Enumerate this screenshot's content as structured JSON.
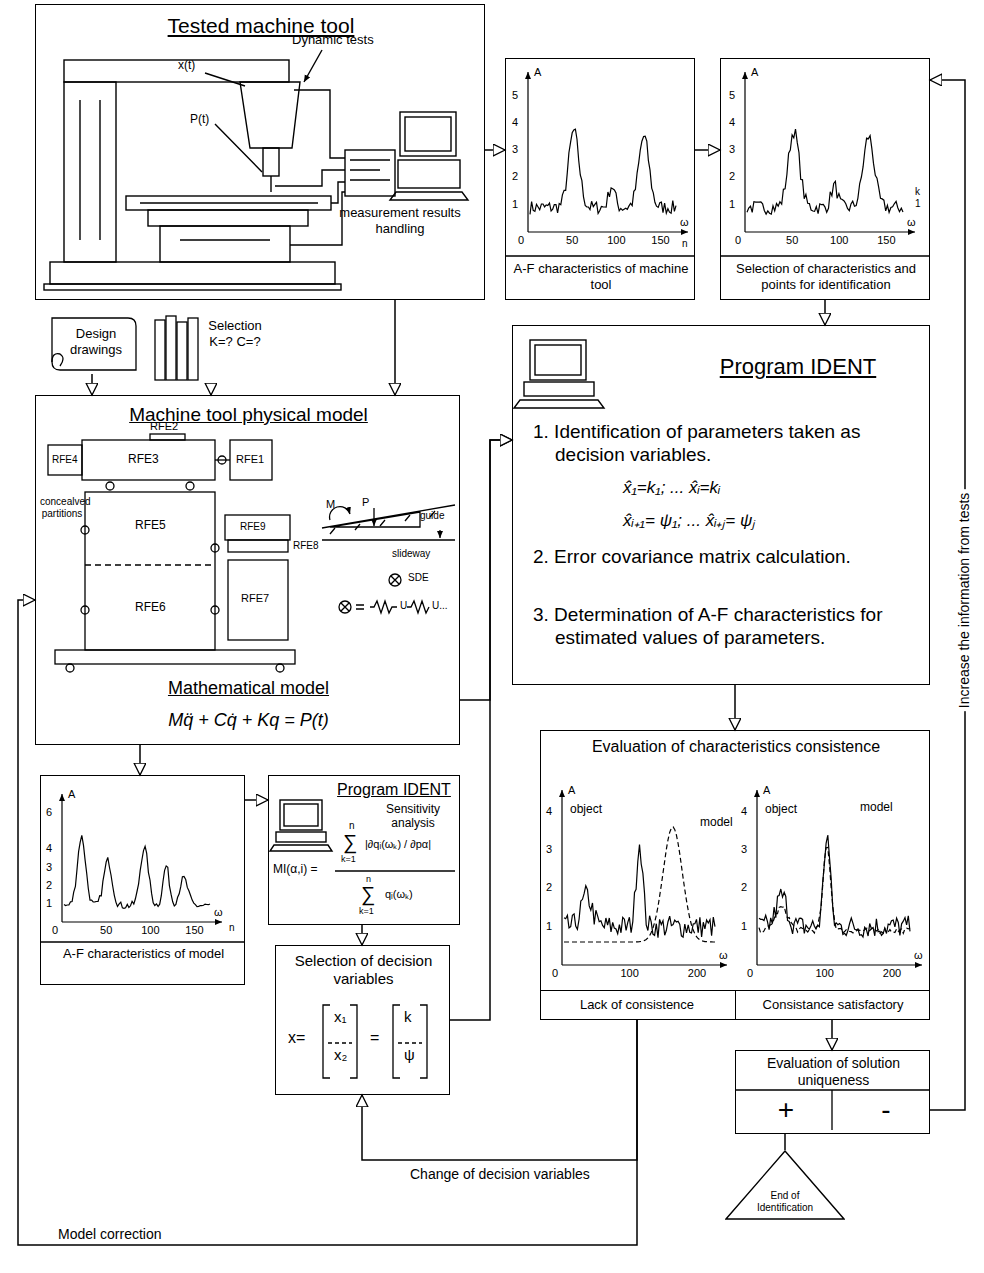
{
  "diagram": {
    "nodes": [
      {
        "text": [
          "Tested machine tool"
        ]
      },
      {
        "text": [
          "A-F characteristics of machine tool"
        ]
      },
      {
        "text": [
          "Selection of characteristics and points for identification"
        ]
      },
      {
        "text": [
          "Program IDENT",
          "1. Identification of parameters taken as decision variables.",
          "x̂₁=k₁; ... x̂ᵢ=kᵢ",
          "x̂ᵢ₊₁= ψ₁; ... x̂ᵢ₊ⱼ= ψⱼ",
          "2. Error covariance matrix calculation.",
          "3. Determination of A-F characteristics for estimated values of parameters."
        ]
      },
      {
        "text": [
          "Design drawings"
        ]
      },
      {
        "text": [
          "Selection K=? C=?"
        ]
      },
      {
        "text": [
          "Machine tool physical model",
          "Mathematical model",
          "Mq̈ + Cq̇ + Kq = P(t)"
        ]
      },
      {
        "text": [
          "A-F characteristics of model"
        ]
      },
      {
        "text": [
          "Program IDENT",
          "Sensitivity analysis",
          "MI(α,i) =",
          "n",
          "∑",
          "k=1",
          "|∂qᵢ(ωₖ) / ∂pα|",
          "n",
          "∑",
          "k=1",
          "qᵢ(ωₖ)"
        ]
      },
      {
        "text": [
          "Selection of decision variables",
          "x=",
          "x₁",
          "x₂",
          "=",
          "k",
          "ψ"
        ]
      },
      {
        "text": [
          "Evaluation of characteristics consistence"
        ]
      },
      {
        "text": [
          "Lack of consistence"
        ],
        "in": 10
      },
      {
        "text": [
          "Consistance satisfactory"
        ],
        "in": 10
      },
      {
        "text": [
          "Evaluation of solution uniqueness",
          "+",
          "-"
        ]
      },
      {
        "text": [
          "End of Identification"
        ]
      }
    ],
    "edges": [
      {
        "from": 0,
        "to": 1,
        "arrow": "to"
      },
      {
        "from": 1,
        "to": 2,
        "arrow": "to"
      },
      {
        "from": 2,
        "to": 3,
        "arrow": "to"
      },
      {
        "from": 0,
        "to": 6,
        "arrow": "to"
      },
      {
        "from": 4,
        "to": 6,
        "arrow": "to"
      },
      {
        "from": 5,
        "to": 6,
        "arrow": "to"
      },
      {
        "from": 6,
        "to": 7,
        "arrow": "to"
      },
      {
        "from": 6,
        "to": 3,
        "arrow": "to"
      },
      {
        "from": 7,
        "to": 8,
        "arrow": "to"
      },
      {
        "from": 8,
        "to": 9,
        "arrow": "to"
      },
      {
        "from": 9,
        "to": 3,
        "arrow": "to"
      },
      {
        "from": 3,
        "to": 10,
        "arrow": "to"
      },
      {
        "from": 11,
        "to": 9,
        "arrow": "to",
        "label": "Change of decision variables"
      },
      {
        "from": 11,
        "to": 6,
        "arrow": "to",
        "label": "Model correction"
      },
      {
        "from": 12,
        "to": 13,
        "arrow": "to"
      },
      {
        "from": 13,
        "to": 14,
        "arrow": "none"
      },
      {
        "from": 13,
        "to": 2,
        "arrow": "to",
        "label": "Increase the information from tests"
      }
    ],
    "labels": [
      "Dynamic tests",
      "x(t)",
      "P(t)",
      "measurement results handling",
      "A",
      "5",
      "4",
      "3",
      "2",
      "1",
      "0",
      "50",
      "100",
      "150",
      "ω",
      "n",
      "A",
      "5",
      "4",
      "3",
      "2",
      "1",
      "0",
      "50",
      "100",
      "150",
      "ω",
      "k",
      "1",
      "RFE2",
      "RFE4",
      "RFE3",
      "RFE1",
      "concealved partitions",
      "RFE5",
      "RFE9",
      "RFE8",
      "RFE6",
      "RFE7",
      "M",
      "P",
      "guide",
      "slideway",
      "SDE",
      "U",
      "U...",
      "A",
      "6",
      "4",
      "3",
      "2",
      "1",
      "0",
      "50",
      "100",
      "150",
      "ω",
      "n",
      "A",
      "4",
      "3",
      "2",
      "1",
      "0",
      "100",
      "200",
      "ω",
      "object",
      "model",
      "A",
      "4",
      "3",
      "2",
      "1",
      "0",
      "100",
      "200",
      "ω",
      "object",
      "model"
    ]
  }
}
